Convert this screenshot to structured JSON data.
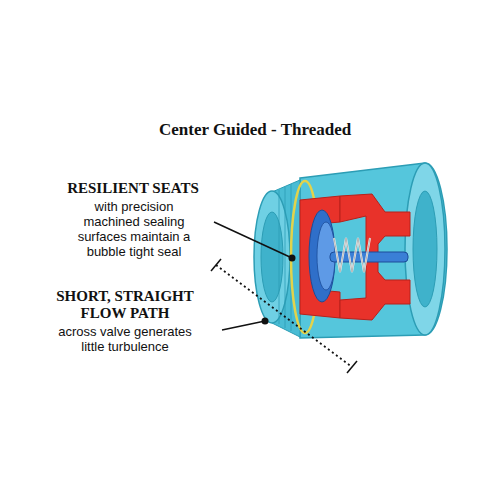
{
  "diagram": {
    "title": "Center Guided - Threaded",
    "labels": [
      "RESILIENT SEATS",
      "with precision machined sealing surfaces maintain a bubble tight seal",
      "SHORT, STRAIGHT FLOW PATH",
      "across valve generates little turbulence"
    ]
  }
}
